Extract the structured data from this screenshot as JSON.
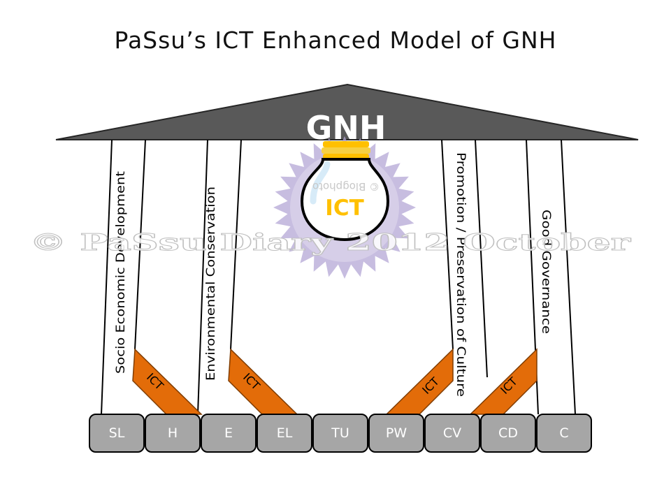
{
  "title": "PaSsu’s ICT Enhanced Model of GNH",
  "roof_label": "GNH",
  "bulb_label": "ICT",
  "bulb_watermark": "© Blogphoto",
  "watermark": "© PaSsu Diary 2012 October",
  "pillars": [
    "Socio Economic Development",
    "Environmental Conservation",
    "Promotion / Preservation of Culture",
    "Good Governance"
  ],
  "ict_tag": "ICT",
  "base_blocks": [
    "SL",
    "H",
    "E",
    "EL",
    "TU",
    "PW",
    "CV",
    "CD",
    "C"
  ],
  "colors": {
    "roof": "#595959",
    "ict_brace": "#e36c09",
    "block_fill": "#a6a6a6",
    "bulb_text": "#ffc000",
    "starburst": "#b4a7d6"
  }
}
